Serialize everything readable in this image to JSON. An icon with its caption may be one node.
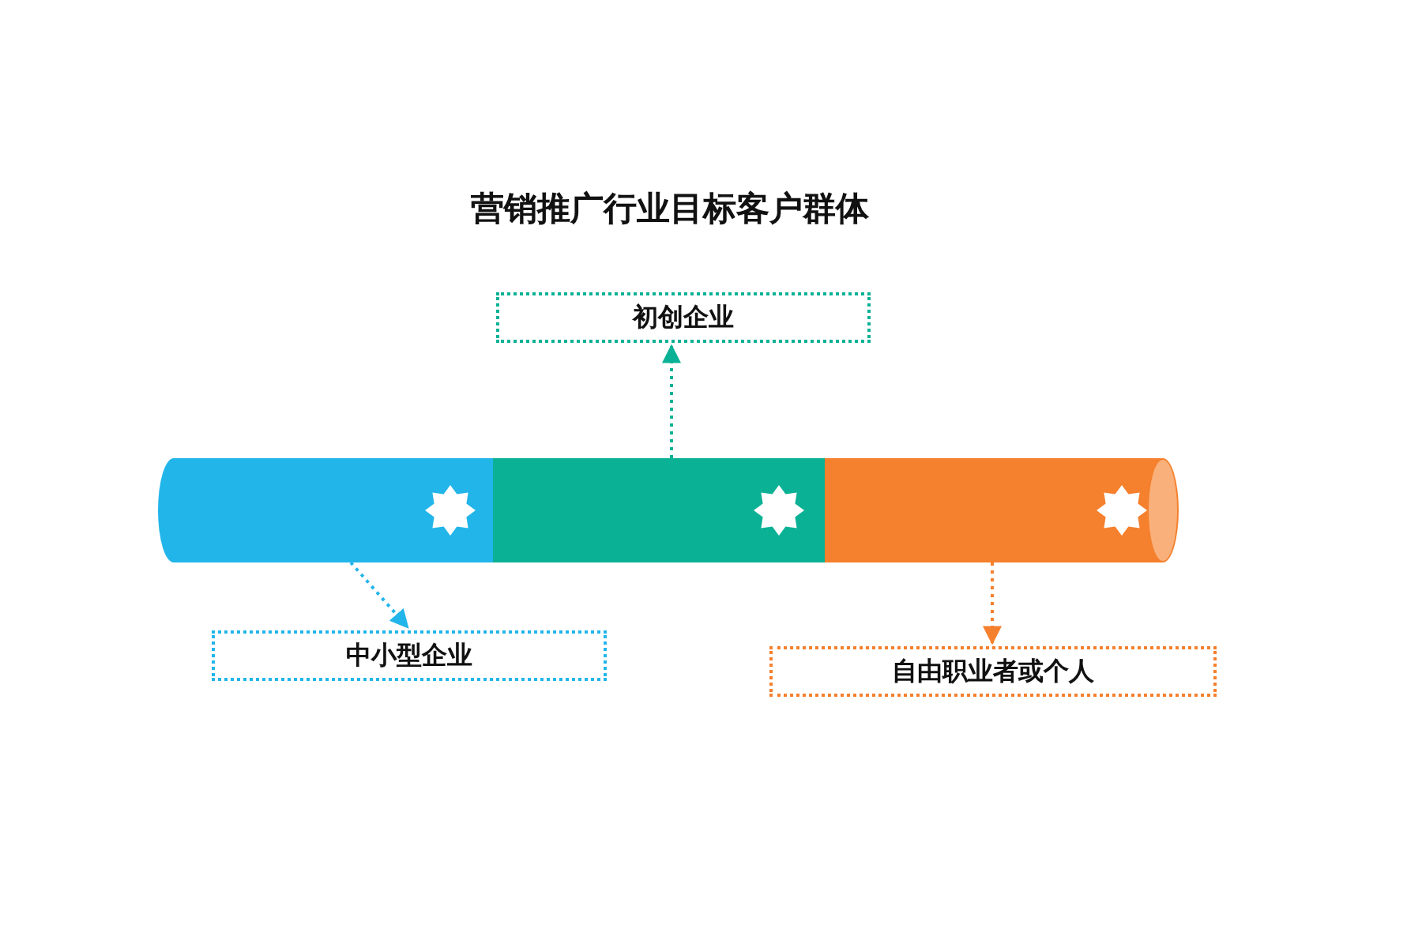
{
  "diagram": {
    "title": "营销推广行业目标客户群体",
    "nodes": [
      {
        "text": [],
        "shape": "bar"
      },
      {
        "text": [],
        "shape": "bar"
      },
      {
        "text": [],
        "shape": "bar"
      },
      {
        "text": [
          "初创企业"
        ]
      },
      {
        "text": [
          "中小型企业"
        ]
      },
      {
        "text": [
          "自由职业者或个人"
        ]
      }
    ],
    "edges": [
      {
        "from": 1,
        "to": 3,
        "arrow": "to",
        "style": "dashed",
        "color": "#0bb195"
      },
      {
        "from": 0,
        "to": 4,
        "arrow": "to",
        "style": "dashed",
        "color": "#22b5ea"
      },
      {
        "from": 2,
        "to": 5,
        "arrow": "to",
        "style": "dashed",
        "color": "#f5802d"
      }
    ]
  }
}
